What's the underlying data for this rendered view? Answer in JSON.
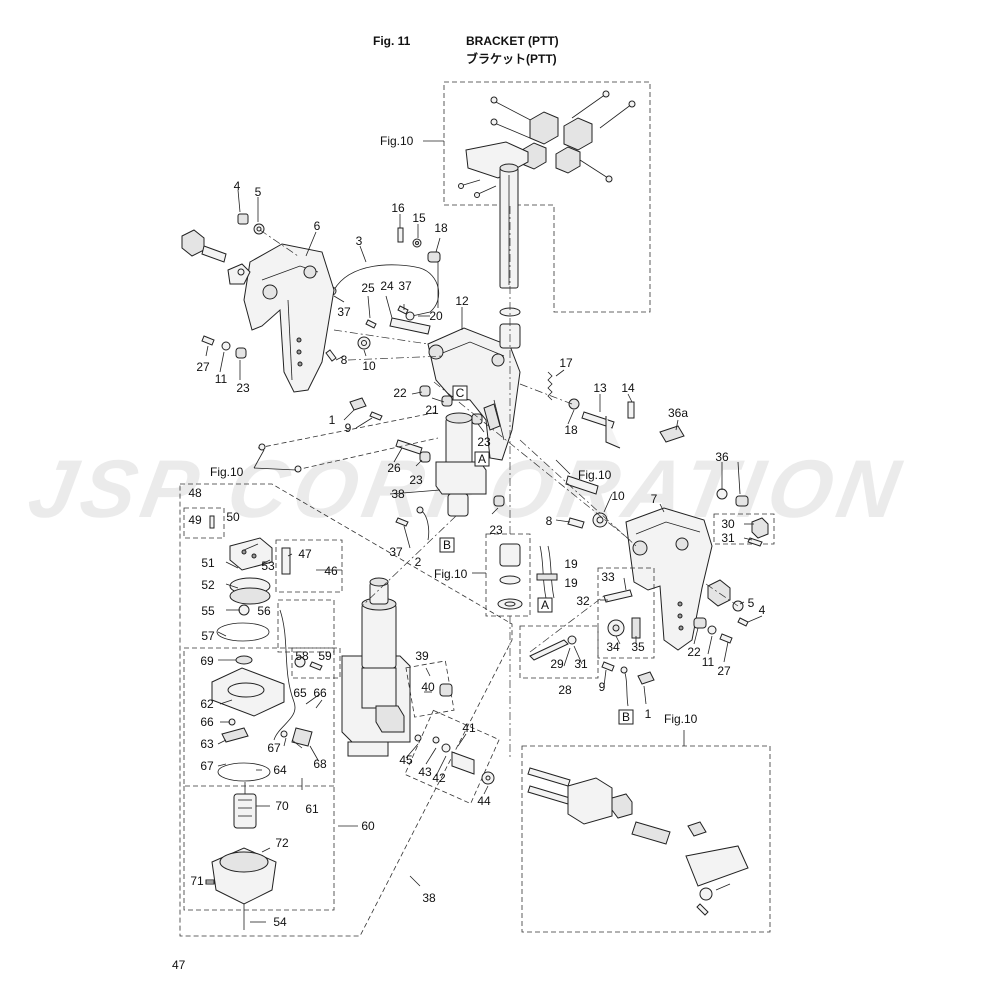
{
  "header": {
    "figure_label": "Fig. 11",
    "title_en": "BRACKET (PTT)",
    "title_jp": "ブラケット(PTT)"
  },
  "watermark": "JSP CORPORATION",
  "page_number": "47",
  "cross_references": {
    "top": "Fig.10",
    "left_lower": "Fig.10",
    "right_middle": "Fig.10",
    "center": "Fig.10",
    "bottom_right": "Fig.10"
  },
  "boxed_markers": {
    "a1": "A",
    "a2": "A",
    "b1": "B",
    "b2": "B",
    "c1": "C"
  },
  "part_numbers": {
    "p4a": "4",
    "p5a": "5",
    "p6": "6",
    "p16": "16",
    "p15": "15",
    "p18a": "18",
    "p3": "3",
    "p37a": "37",
    "p25": "25",
    "p24": "24",
    "p37b": "37",
    "p20": "20",
    "p12": "12",
    "p27a": "27",
    "p11a": "11",
    "p23a": "23",
    "p8a": "8",
    "p10a": "10",
    "p17": "17",
    "p13": "13",
    "p14": "14",
    "p36a": "36a",
    "p22a": "22",
    "p21": "21",
    "p1a": "1",
    "p9a": "9",
    "p23b": "23",
    "p18b": "18",
    "p26": "26",
    "p23c": "23",
    "p38a": "38",
    "p36": "36",
    "p10b": "10",
    "p7": "7",
    "p48": "48",
    "p49": "49",
    "p50": "50",
    "p8b": "8",
    "p30": "30",
    "p31a": "31",
    "p37c": "37",
    "p2": "2",
    "p23d": "23",
    "p47": "47",
    "p46": "46",
    "p53": "53",
    "p51": "51",
    "p52": "52",
    "p19a": "19",
    "p19b": "19",
    "p33": "33",
    "p55": "55",
    "p56": "56",
    "p32": "32",
    "p5b": "5",
    "p4b": "4",
    "p57": "57",
    "p34": "34",
    "p35": "35",
    "p22b": "22",
    "p11b": "11",
    "p27b": "27",
    "p58": "58",
    "p59": "59",
    "p69": "69",
    "p39": "39",
    "p29": "29",
    "p31b": "31",
    "p65": "65",
    "p66a": "66",
    "p40": "40",
    "p28": "28",
    "p9b": "9",
    "p62": "62",
    "p1b": "1",
    "p66b": "66",
    "p41": "41",
    "p63": "63",
    "p67a": "67",
    "p68": "68",
    "p67b": "67",
    "p64": "64",
    "p45": "45",
    "p43": "43",
    "p42": "42",
    "p44": "44",
    "p70": "70",
    "p61": "61",
    "p60": "60",
    "p72": "72",
    "p71": "71",
    "p38b": "38",
    "p54": "54"
  }
}
